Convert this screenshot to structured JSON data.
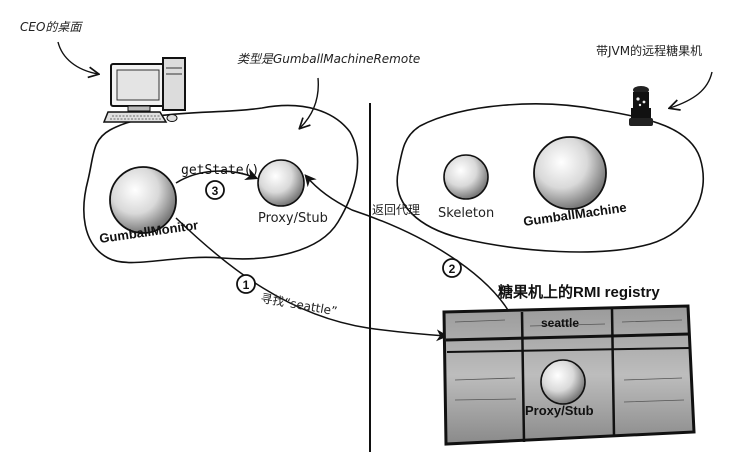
{
  "annotations": {
    "ceo_desktop": "CEO的桌面",
    "type_label": "类型是GumballMachineRemote",
    "remote_jvm": "带JVM的远程糖果机",
    "rmi_registry": "糖果机上的RMI registry"
  },
  "nodes": {
    "gumball_monitor": "GumballMonitor",
    "proxy_stub_client": "Proxy/Stub",
    "skeleton": "Skeleton",
    "gumball_machine": "GumballMachine",
    "proxy_stub_registry": "Proxy/Stub"
  },
  "registry": {
    "entry_name": "seattle"
  },
  "steps": [
    {
      "number": "1",
      "label": "寻找“seattle”"
    },
    {
      "number": "2",
      "label": "返回代理"
    },
    {
      "number": "3",
      "label": "getState()"
    }
  ]
}
